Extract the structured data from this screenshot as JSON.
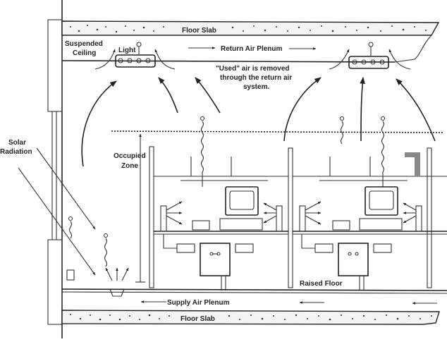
{
  "diagram": {
    "type": "underfloor-air-distribution-section",
    "labels": {
      "floor_slab_top": "Floor Slab",
      "floor_slab_bottom": "Floor Slab",
      "suspended_ceiling": [
        "Suspended",
        "Ceiling"
      ],
      "light": "Light",
      "return_air_plenum": "Return Air Plenum",
      "used_air_note": [
        "\"Used\" air is removed",
        "through the return air",
        "system."
      ],
      "solar_radiation": [
        "Solar",
        "Radiation"
      ],
      "occupied_zone": [
        "Occupied",
        "Zone"
      ],
      "raised_floor": "Raised Floor",
      "supply_air_plenum": "Supply Air Plenum"
    },
    "components": [
      "floor-slab-top",
      "floor-slab-bottom",
      "suspended-ceiling",
      "light-fixture-left",
      "light-fixture-right",
      "return-air-plenum",
      "exterior-wall",
      "window",
      "occupied-zone-boundary",
      "cubicle-left",
      "cubicle-right",
      "computer-monitor-left",
      "computer-monitor-right",
      "desktop-diffuser",
      "floor-diffuser",
      "fan-terminal-unit",
      "raised-floor",
      "supply-air-plenum"
    ],
    "colors": {
      "line": "#222222",
      "background": "#ffffff",
      "slab_fill": "#f4f4f4"
    }
  }
}
